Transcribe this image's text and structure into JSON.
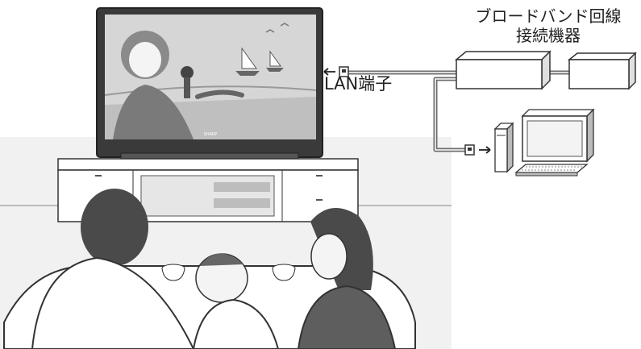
{
  "labels": {
    "broadband_line1": "ブロードバンド回線",
    "broadband_line2": "接続機器",
    "lan_port": "LAN端子",
    "tv_brand": "SHARP"
  },
  "colors": {
    "line": "#333333",
    "cable": "#6e6e6e",
    "screen_bg": "#c8c8c8",
    "device_fill": "#ffffff",
    "floor_gray": "#e4e4e4"
  },
  "icons": {
    "lan_arrow_tv": "left-arrow",
    "lan_arrow_pc": "right-arrow",
    "lan_plug": "lan-plug-icon"
  }
}
